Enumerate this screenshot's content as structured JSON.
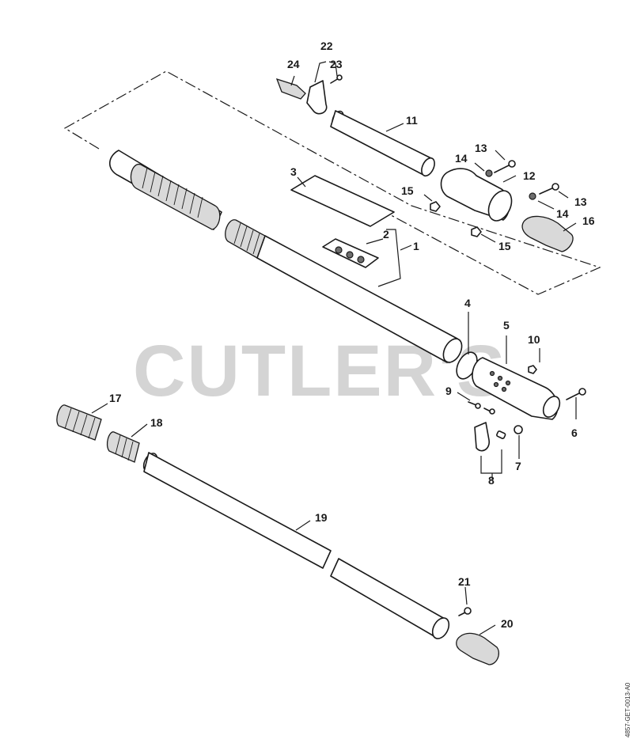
{
  "watermark": "CUTLER'S",
  "doc_ref": "4857-GET-0013-A0",
  "callouts": {
    "c1": "1",
    "c2": "2",
    "c3": "3",
    "c4": "4",
    "c5": "5",
    "c6": "6",
    "c7": "7",
    "c8": "8",
    "c9": "9",
    "c10": "10",
    "c11": "11",
    "c12": "12",
    "c13a": "13",
    "c13b": "13",
    "c14a": "14",
    "c14b": "14",
    "c15a": "15",
    "c15b": "15",
    "c16": "16",
    "c17": "17",
    "c18": "18",
    "c19": "19",
    "c20": "20",
    "c21": "21",
    "c22": "22",
    "c23": "23",
    "c24": "24"
  }
}
